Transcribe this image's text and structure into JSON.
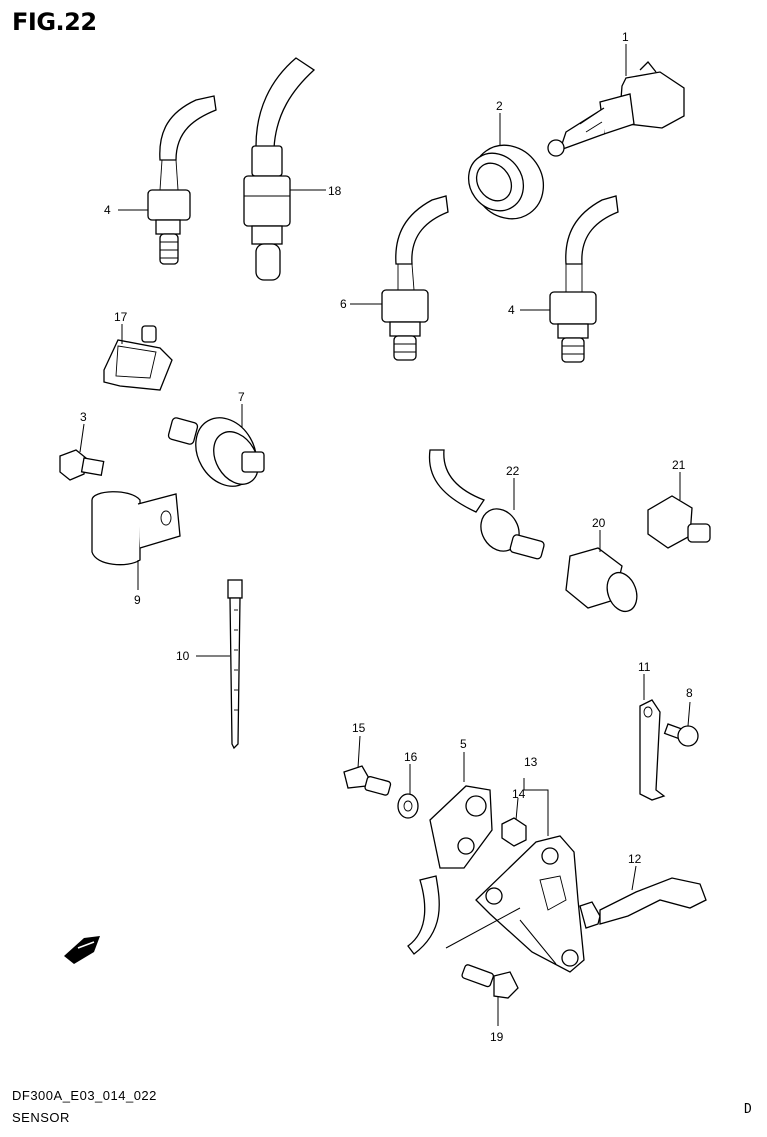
{
  "figure": {
    "title": "FIG.22",
    "code": "DF300A_E03_014_022",
    "name": "SENSOR",
    "page_letter": "D"
  },
  "callouts": [
    "1",
    "2",
    "3",
    "4",
    "4",
    "5",
    "6",
    "7",
    "8",
    "9",
    "10",
    "11",
    "12",
    "13",
    "14",
    "15",
    "16",
    "17",
    "18",
    "19",
    "20",
    "21",
    "22"
  ],
  "icons": {
    "direction_mark": "fwd-arrow-icon"
  }
}
